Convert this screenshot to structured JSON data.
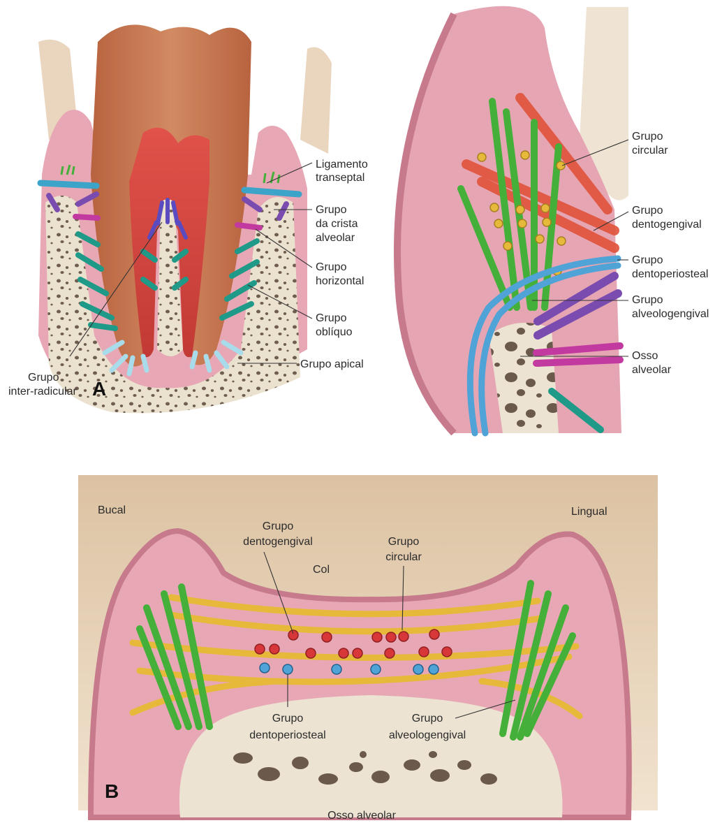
{
  "panels": {
    "a": {
      "letter": "A",
      "labels": {
        "transeptal": [
          "Ligamento",
          "transeptal"
        ],
        "crista": [
          "Grupo",
          "da crista",
          "alveolar"
        ],
        "horizontal": [
          "Grupo",
          "horizontal"
        ],
        "obliquo": [
          "Grupo",
          "oblíquo"
        ],
        "apical": [
          "Grupo apical"
        ],
        "interradicular": [
          "Grupo",
          "inter-radicular"
        ],
        "circular": [
          "Grupo",
          "circular"
        ],
        "dentogengival": [
          "Grupo",
          "dentogengival"
        ],
        "dentoperiosteal": [
          "Grupo",
          "dentoperiosteal"
        ],
        "alveologengival": [
          "Grupo",
          "alveologengival"
        ],
        "osso": [
          "Osso",
          "alveolar"
        ]
      }
    },
    "b": {
      "letter": "B",
      "labels": {
        "bucal": "Bucal",
        "lingual": "Lingual",
        "col": "Col",
        "osso": "Osso alveolar",
        "dentogengival": [
          "Grupo",
          "dentogengival"
        ],
        "circular": [
          "Grupo",
          "circular"
        ],
        "dentoperiosteal": [
          "Grupo",
          "dentoperiosteal"
        ],
        "alveologengival": [
          "Grupo",
          "alveologengival"
        ]
      }
    }
  },
  "colors": {
    "gingiva": "#e8a7b4",
    "gingiva_dark": "#c77a8c",
    "bone": "#ece3d2",
    "bone_pore": "#6b5a4c",
    "dentin": "#c4744e",
    "pulp": "#d9473f",
    "tooth_background": "#e9d1b5",
    "transeptal": "#3ca4c9",
    "crista": "#7a4cb0",
    "horizontal": "#c23aa0",
    "obliquo": "#1f9a88",
    "apical": "#a9dcea",
    "interradicular": "#5a4cc0",
    "circular_fiber": "#e8b830",
    "dentogengival_fiber": "#e0523a",
    "alveologengival_fiber": "#44b03a",
    "dentoperiosteal_fiber": "#4fa3d6",
    "fiber_yellow": "#e6b93a"
  }
}
